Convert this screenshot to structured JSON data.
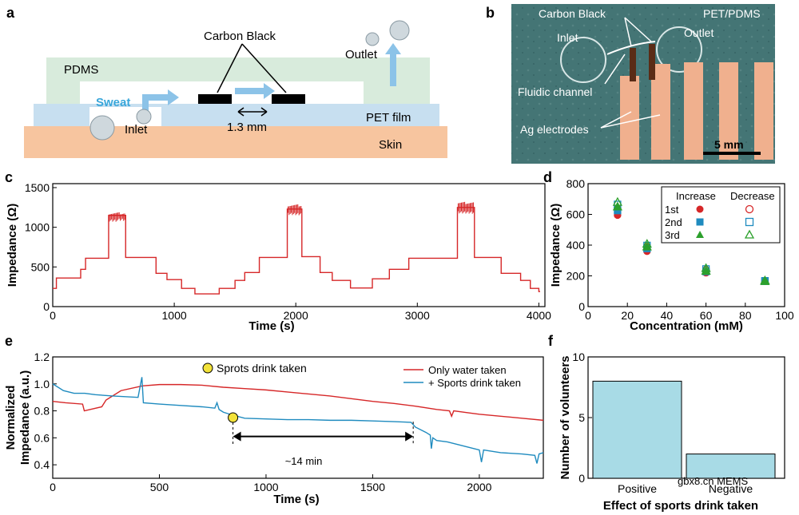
{
  "panels": {
    "a": {
      "letter": "a",
      "labels": {
        "carbon_black": "Carbon Black",
        "outlet": "Outlet",
        "pdms": "PDMS",
        "sweat": "Sweat",
        "inlet": "Inlet",
        "gap": "1.3 mm",
        "pet_film": "PET film",
        "skin": "Skin"
      }
    },
    "b": {
      "letter": "b",
      "labels": {
        "carbon_black": "Carbon Black",
        "pet_pdms": "PET/PDMS",
        "inlet": "Inlet",
        "outlet": "Outlet",
        "fluidic_channel": "Fluidic channel",
        "ag_electrodes": "Ag electrodes",
        "scale": "5 mm"
      }
    },
    "c": {
      "letter": "c"
    },
    "d": {
      "letter": "d",
      "legend": {
        "increase": "Increase",
        "decrease": "Decrease",
        "rows": [
          "1st",
          "2nd",
          "3rd"
        ]
      }
    },
    "e": {
      "letter": "e",
      "annotations": {
        "marker": "Sprots drink taken",
        "interval": "~14 min"
      }
    },
    "f": {
      "letter": "f"
    }
  },
  "watermark": "gbx8.cn MEMS",
  "colors": {
    "red": "#d62728",
    "blue": "#1f8bbf",
    "green": "#2ca02c",
    "bar": "#a8dbe6",
    "pdms": "#d8ebdc",
    "pet": "#c7dff0",
    "skin": "#f7c59f"
  },
  "chart_data": [
    {
      "panel": "c",
      "type": "line",
      "xlabel": "Time (s)",
      "ylabel": "Impedance (Ω)",
      "xlim": [
        0,
        4050
      ],
      "ylim": [
        0,
        1550
      ],
      "xticks": [
        0,
        1000,
        2000,
        3000,
        4000
      ],
      "yticks": [
        0,
        500,
        1000,
        1500
      ],
      "series": [
        {
          "color": "#d62728",
          "steps": [
            [
              0,
              230
            ],
            [
              30,
              360
            ],
            [
              230,
              470
            ],
            [
              270,
              610
            ],
            [
              460,
              1150
            ],
            [
              600,
              620
            ],
            [
              850,
              420
            ],
            [
              940,
              340
            ],
            [
              1060,
              230
            ],
            [
              1170,
              160
            ],
            [
              1370,
              230
            ],
            [
              1500,
              330
            ],
            [
              1580,
              430
            ],
            [
              1700,
              620
            ],
            [
              1930,
              1230
            ],
            [
              2050,
              630
            ],
            [
              2200,
              430
            ],
            [
              2300,
              330
            ],
            [
              2450,
              235
            ],
            [
              2630,
              350
            ],
            [
              2770,
              470
            ],
            [
              2930,
              610
            ],
            [
              3330,
              1250
            ],
            [
              3470,
              620
            ],
            [
              3690,
              420
            ],
            [
              3850,
              330
            ],
            [
              3930,
              230
            ],
            [
              4000,
              190
            ]
          ],
          "spikes": [
            [
              460,
              600,
              1070,
              1190
            ],
            [
              1930,
              2050,
              1150,
              1290
            ],
            [
              3330,
              3470,
              1170,
              1320
            ]
          ]
        }
      ]
    },
    {
      "panel": "d",
      "type": "scatter",
      "xlabel": "Concentration (mM)",
      "ylabel": "Impedance (Ω)",
      "xlim": [
        0,
        100
      ],
      "ylim": [
        0,
        800
      ],
      "xticks": [
        0,
        20,
        40,
        60,
        80,
        100
      ],
      "yticks": [
        0,
        200,
        400,
        600,
        800
      ],
      "series": [
        {
          "label": "1st",
          "shape": "circle",
          "color": "#d62728",
          "increase": [
            [
              15,
              595
            ],
            [
              30,
              360
            ],
            [
              60,
              220
            ],
            [
              90,
              165
            ]
          ],
          "decrease": [
            [
              15,
              640
            ],
            [
              30,
              390
            ],
            [
              60,
              240
            ],
            [
              90,
              168
            ]
          ]
        },
        {
          "label": "2nd",
          "shape": "square",
          "color": "#1f8bbf",
          "increase": [
            [
              15,
              625
            ],
            [
              30,
              378
            ],
            [
              60,
              228
            ],
            [
              90,
              165
            ]
          ],
          "decrease": [
            [
              15,
              665
            ],
            [
              30,
              398
            ],
            [
              60,
              245
            ],
            [
              90,
              168
            ]
          ]
        },
        {
          "label": "3rd",
          "shape": "triangle",
          "color": "#2ca02c",
          "increase": [
            [
              15,
              650
            ],
            [
              30,
              390
            ],
            [
              60,
              232
            ],
            [
              90,
              165
            ]
          ],
          "decrease": [
            [
              15,
              680
            ],
            [
              30,
              408
            ],
            [
              60,
              250
            ],
            [
              90,
              170
            ]
          ]
        }
      ]
    },
    {
      "panel": "e",
      "type": "line",
      "xlabel": "Time (s)",
      "ylabel": "Normalized Impedance (a.u.)",
      "xlim": [
        0,
        2300
      ],
      "ylim": [
        0.3,
        1.2
      ],
      "xticks": [
        0,
        500,
        1000,
        1500,
        2000
      ],
      "yticks": [
        0.4,
        0.6,
        0.8,
        1.0,
        1.2
      ],
      "marker_point": [
        845,
        0.75
      ],
      "interval": [
        845,
        1690
      ],
      "series": [
        {
          "name": "Only water taken",
          "color": "#d62728",
          "points": [
            [
              0,
              0.87
            ],
            [
              60,
              0.86
            ],
            [
              140,
              0.85
            ],
            [
              148,
              0.8
            ],
            [
              230,
              0.83
            ],
            [
              250,
              0.88
            ],
            [
              320,
              0.95
            ],
            [
              420,
              0.985
            ],
            [
              500,
              0.995
            ],
            [
              600,
              0.995
            ],
            [
              700,
              0.99
            ],
            [
              800,
              0.975
            ],
            [
              900,
              0.965
            ],
            [
              1000,
              0.955
            ],
            [
              1100,
              0.94
            ],
            [
              1200,
              0.925
            ],
            [
              1300,
              0.91
            ],
            [
              1400,
              0.89
            ],
            [
              1500,
              0.87
            ],
            [
              1600,
              0.855
            ],
            [
              1700,
              0.835
            ],
            [
              1800,
              0.81
            ],
            [
              1860,
              0.8
            ],
            [
              1870,
              0.76
            ],
            [
              1880,
              0.8
            ],
            [
              1950,
              0.785
            ],
            [
              2000,
              0.775
            ],
            [
              2100,
              0.76
            ],
            [
              2200,
              0.745
            ],
            [
              2300,
              0.73
            ]
          ]
        },
        {
          "name": "+ Sports drink taken",
          "color": "#1f8bbf",
          "points": [
            [
              0,
              1.0
            ],
            [
              50,
              0.95
            ],
            [
              100,
              0.93
            ],
            [
              150,
              0.93
            ],
            [
              200,
              0.92
            ],
            [
              280,
              0.91
            ],
            [
              400,
              0.9
            ],
            [
              418,
              1.05
            ],
            [
              425,
              0.86
            ],
            [
              500,
              0.85
            ],
            [
              600,
              0.84
            ],
            [
              700,
              0.83
            ],
            [
              760,
              0.82
            ],
            [
              770,
              0.86
            ],
            [
              780,
              0.81
            ],
            [
              800,
              0.79
            ],
            [
              840,
              0.77
            ],
            [
              900,
              0.745
            ],
            [
              1000,
              0.74
            ],
            [
              1100,
              0.735
            ],
            [
              1200,
              0.735
            ],
            [
              1300,
              0.73
            ],
            [
              1400,
              0.73
            ],
            [
              1500,
              0.725
            ],
            [
              1600,
              0.72
            ],
            [
              1680,
              0.715
            ],
            [
              1700,
              0.68
            ],
            [
              1750,
              0.64
            ],
            [
              1770,
              0.62
            ],
            [
              1775,
              0.52
            ],
            [
              1782,
              0.6
            ],
            [
              1800,
              0.58
            ],
            [
              1850,
              0.57
            ],
            [
              1900,
              0.55
            ],
            [
              1950,
              0.53
            ],
            [
              2000,
              0.51
            ],
            [
              2010,
              0.42
            ],
            [
              2020,
              0.51
            ],
            [
              2100,
              0.49
            ],
            [
              2200,
              0.48
            ],
            [
              2260,
              0.47
            ],
            [
              2270,
              0.41
            ],
            [
              2280,
              0.48
            ],
            [
              2300,
              0.49
            ]
          ]
        }
      ]
    },
    {
      "panel": "f",
      "type": "bar",
      "xlabel": "Effect of sports drink taken",
      "ylabel": "Number of volunteers",
      "categories": [
        "Positive",
        "Negative"
      ],
      "values": [
        8,
        2
      ],
      "ylim": [
        0,
        10
      ],
      "yticks": [
        0,
        5,
        10
      ]
    }
  ]
}
